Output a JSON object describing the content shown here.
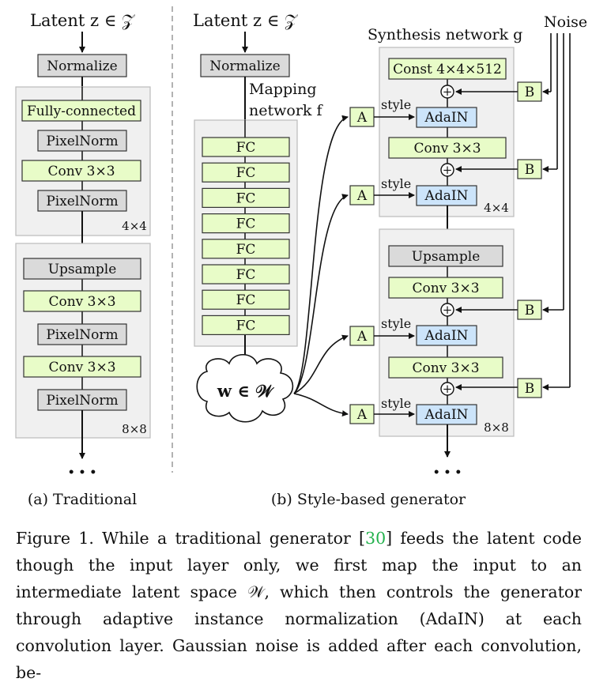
{
  "diagram": {
    "left_latent": "Latent  z ∈ 𝒵",
    "right_latent": "Latent  z ∈ 𝒵",
    "normalize": "Normalize",
    "fully_connected": "Fully-connected",
    "pixelnorm": "PixelNorm",
    "conv": "Conv 3×3",
    "upsample": "Upsample",
    "res4": "4×4",
    "res8": "8×8",
    "dots": "• • •",
    "mapping_line1": "Mapping",
    "mapping_line2": "network f",
    "fc": "FC",
    "w_label": "w ∈ 𝒲",
    "synthesis_label": "Synthesis network g",
    "noise": "Noise",
    "const": "Const 4×4×512",
    "adain": "AdaIN",
    "style": "style",
    "a": "A",
    "b": "B",
    "plus": "+",
    "sub_a": "(a) Traditional",
    "sub_b": "(b) Style-based generator"
  },
  "caption": {
    "before_ref": "Figure 1. While a traditional generator [",
    "ref": "30",
    "after_ref": "] feeds the latent code though the input layer only, we first map the input to an intermediate latent space 𝒲, which then controls the generator through adaptive instance normalization (AdaIN) at each convolution layer. Gaussian noise is added after each convolution, be-"
  },
  "colors": {
    "green_box": "#e8fcc8",
    "grey_box": "#dadada",
    "blue_box": "#cce4fa",
    "panel": "#f0f0f0"
  }
}
